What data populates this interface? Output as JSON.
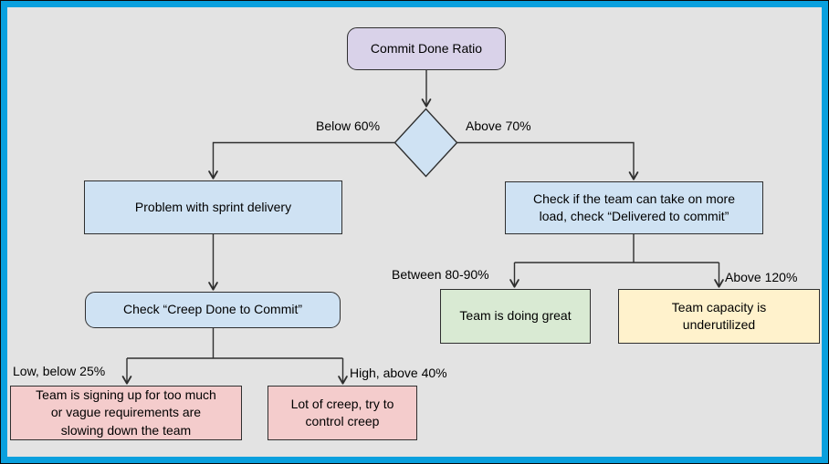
{
  "flowchart": {
    "nodes": {
      "start": {
        "label": "Commit Done Ratio",
        "fill": "#d9d2e9",
        "shape": "rounded-rect"
      },
      "decision": {
        "label": "",
        "fill": "#cfe2f3",
        "shape": "diamond"
      },
      "problem": {
        "label": "Problem with sprint delivery",
        "fill": "#cfe2f3",
        "shape": "rect"
      },
      "check_creep": {
        "label": "Check “Creep Done to Commit”",
        "fill": "#cfe2f3",
        "shape": "rounded-rect"
      },
      "overcommit": {
        "label": "Team is signing up for too much\nor vague requirements are\nslowing down the team",
        "fill": "#f4cccc",
        "shape": "rect"
      },
      "lot_of_creep": {
        "label": "Lot of creep, try to\ncontrol creep",
        "fill": "#f4cccc",
        "shape": "rect"
      },
      "take_more": {
        "label": "Check if the team can take on more\nload, check “Delivered to commit”",
        "fill": "#cfe2f3",
        "shape": "rect"
      },
      "doing_great": {
        "label": "Team is doing great",
        "fill": "#d9ead3",
        "shape": "rect"
      },
      "underutilized": {
        "label": "Team capacity is\nunderutilized",
        "fill": "#fff2cc",
        "shape": "rect"
      }
    },
    "edge_labels": {
      "below_60": "Below 60%",
      "above_70": "Above 70%",
      "low_below_25": "Low, below 25%",
      "high_above_40": "High, above 40%",
      "between_80_90": "Between 80-90%",
      "above_120": "Above 120%"
    },
    "colors": {
      "canvas_background": "#e3e3e3",
      "frame_border": "#09a0de",
      "outer_outline": "#0a0a0a",
      "node_border": "#2f2f2f",
      "connector": "#2f2f2f",
      "fill_purple": "#d9d2e9",
      "fill_blue": "#cfe2f3",
      "fill_pink": "#f4cccc",
      "fill_green": "#d9ead3",
      "fill_yellow": "#fff2cc",
      "text": "#000000"
    }
  }
}
